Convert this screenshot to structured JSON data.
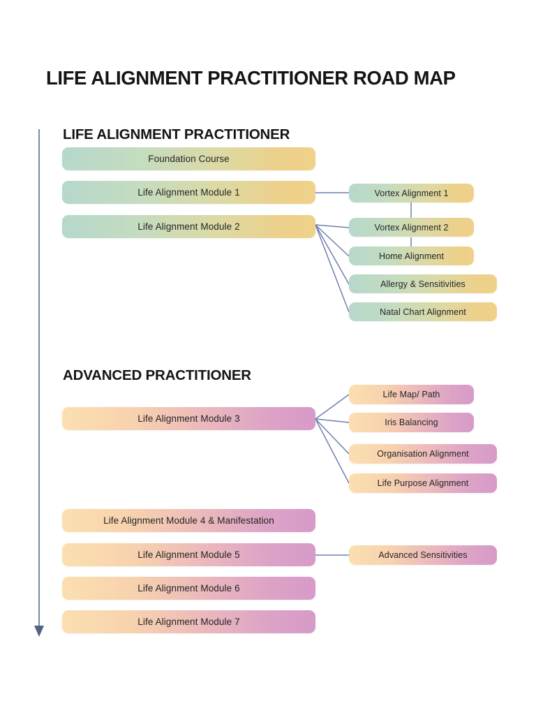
{
  "header": {
    "title": "LIFE ALIGNMENT PRACTITIONER ROAD MAP"
  },
  "timeline_arrow": {
    "name": "vertical-progress-arrow",
    "color": "#7a8aa8",
    "direction": "down"
  },
  "connector_color": "#6f7fae",
  "palettes": {
    "practitioner_from": "#b6d8cb",
    "practitioner_to": "#efd18a",
    "advanced_from": "#fbdfb0",
    "advanced_to": "#d79ac9"
  },
  "sections": [
    {
      "id": "life-alignment-practitioner",
      "title": "LIFE ALIGNMENT PRACTITIONER",
      "main_nodes": [
        {
          "label": "Foundation Course"
        },
        {
          "label": "Life Alignment Module 1"
        },
        {
          "label": "Life Alignment Module 2"
        }
      ],
      "branch_nodes": [
        {
          "label": "Vortex Alignment 1"
        },
        {
          "label": "Vortex Alignment 2"
        },
        {
          "label": "Home Alignment"
        },
        {
          "label": "Allergy & Sensitivities"
        },
        {
          "label": "Natal Chart Alignment"
        }
      ]
    },
    {
      "id": "advanced-practitioner",
      "title": "ADVANCED PRACTITIONER",
      "main_nodes": [
        {
          "label": "Life Alignment Module 3"
        },
        {
          "label": "Life Alignment Module 4 & Manifestation"
        },
        {
          "label": "Life Alignment Module 5"
        },
        {
          "label": "Life Alignment Module 6"
        },
        {
          "label": "Life Alignment Module 7"
        }
      ],
      "branch_nodes": [
        {
          "label": "Life Map/ Path"
        },
        {
          "label": "Iris Balancing"
        },
        {
          "label": "Organisation Alignment"
        },
        {
          "label": "Life Purpose Alignment"
        },
        {
          "label": "Advanced Sensitivities"
        }
      ]
    }
  ]
}
